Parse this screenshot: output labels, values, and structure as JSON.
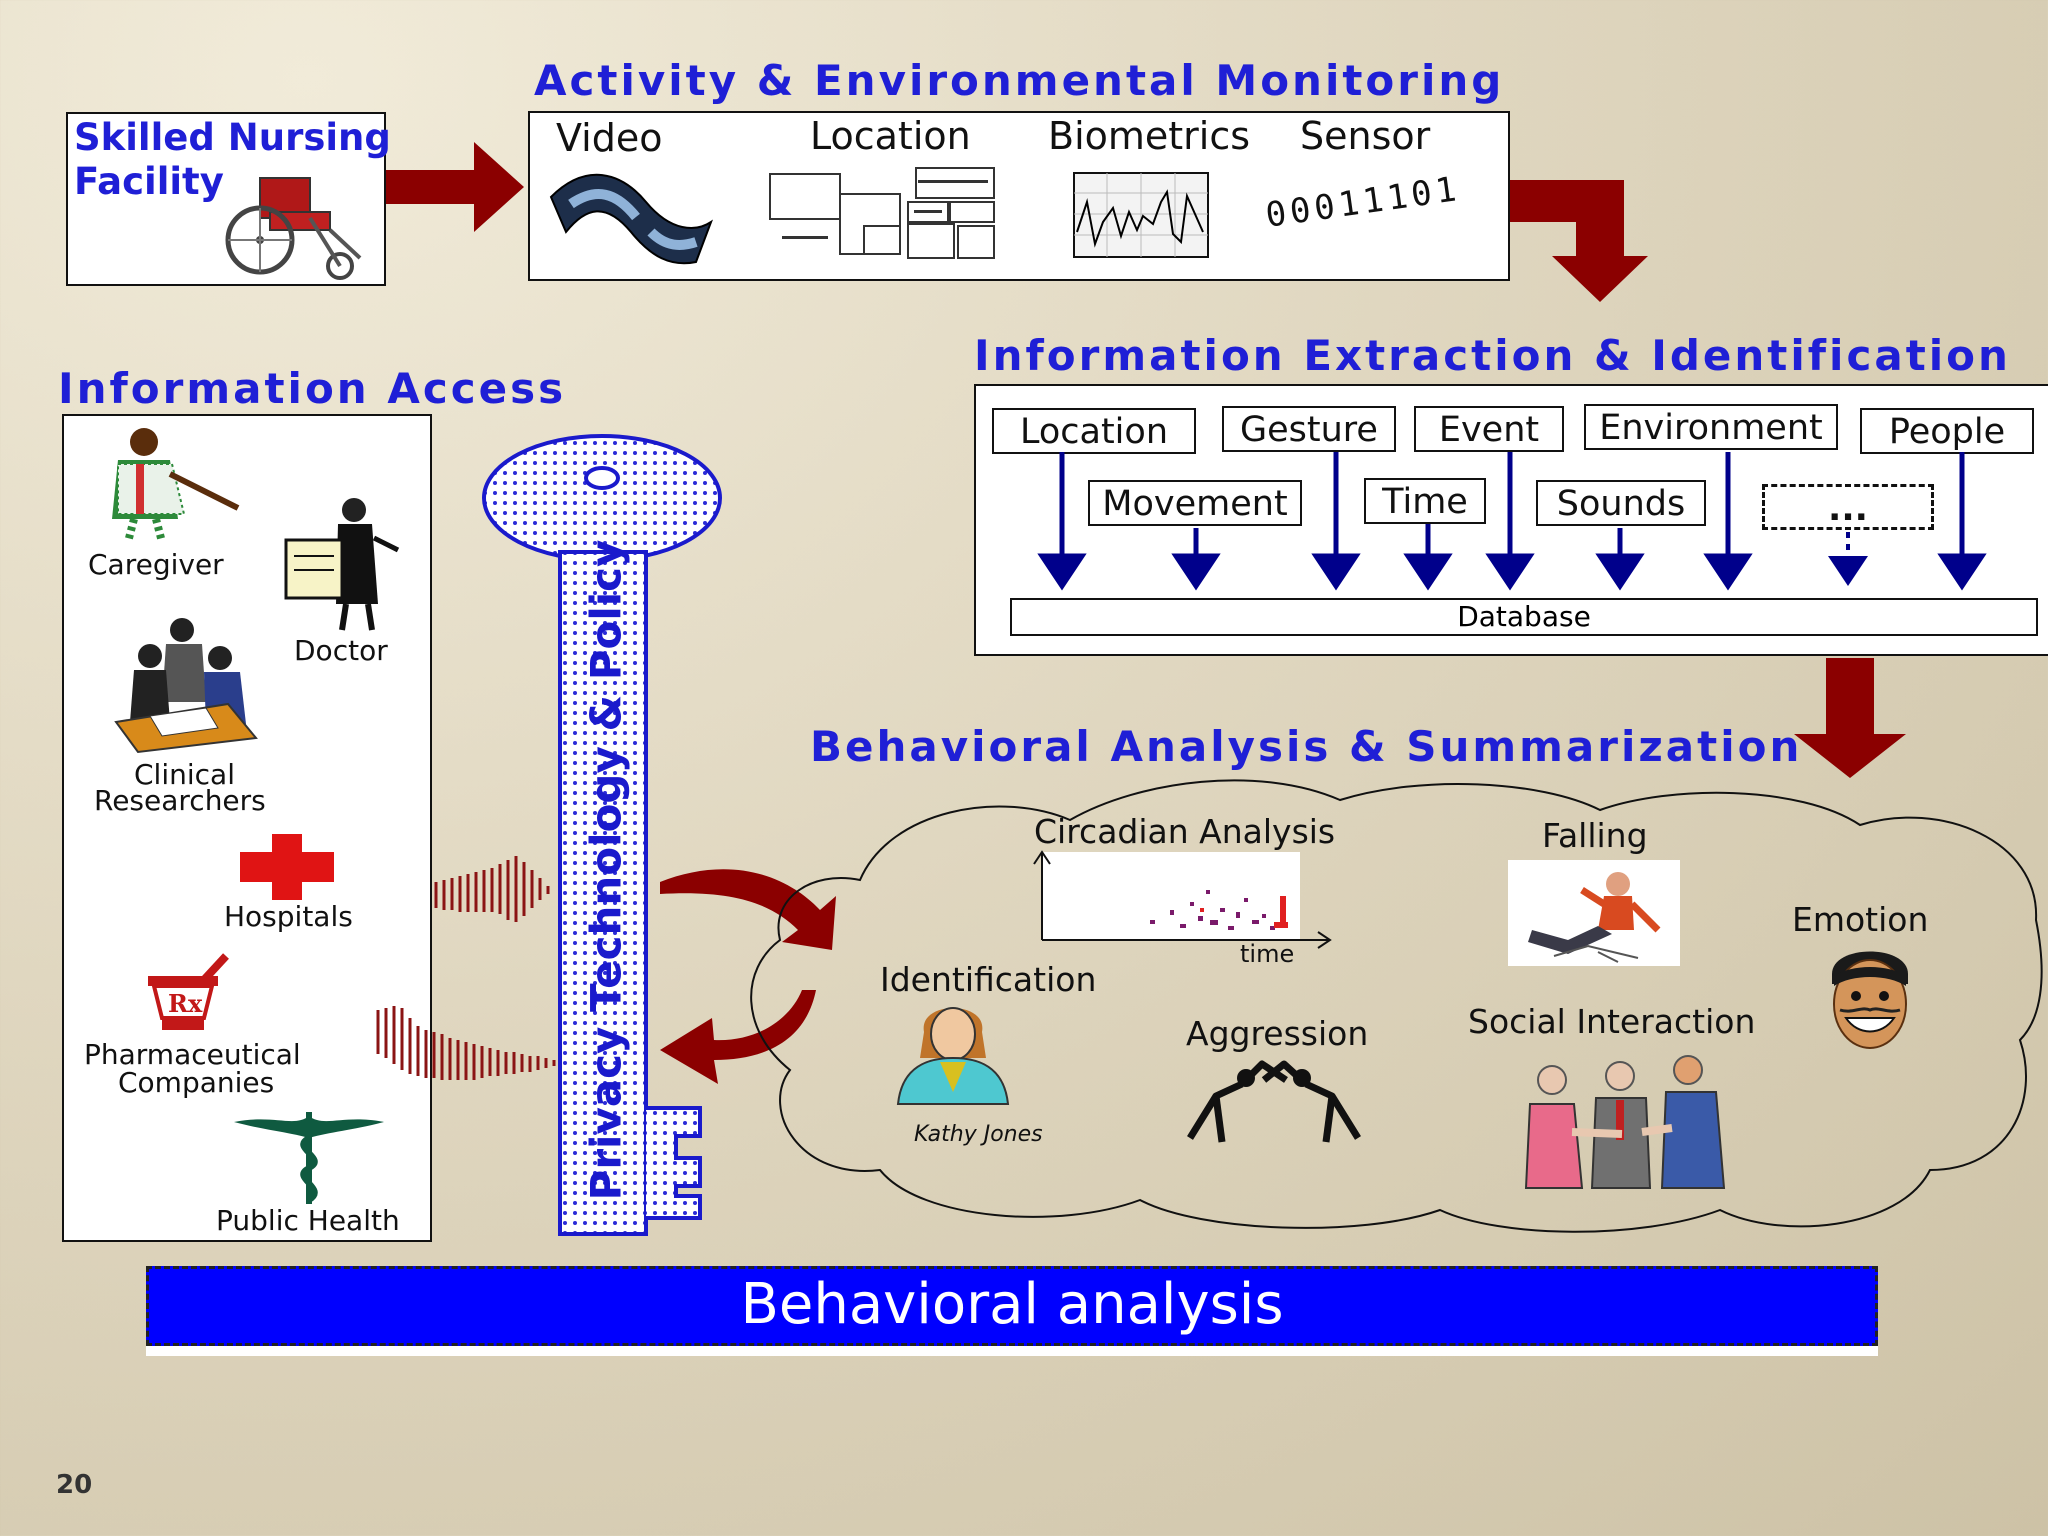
{
  "monitoring": {
    "title": "Activity & Environmental Monitoring",
    "items": [
      "Video",
      "Location",
      "Biometrics",
      "Sensor"
    ],
    "sensor_bits": "00011101"
  },
  "facility": {
    "label_line1": "Skilled Nursing",
    "label_line2": "Facility"
  },
  "extraction": {
    "title": "Information Extraction & Identification",
    "row1": [
      "Location",
      "Gesture",
      "Event",
      "Environment",
      "People"
    ],
    "row2": [
      "Movement",
      "Time",
      "Sounds",
      "..."
    ],
    "database": "Database"
  },
  "access": {
    "title": "Information Access",
    "items": [
      "Caregiver",
      "Doctor",
      "Clinical",
      "Researchers",
      "Hospitals",
      "Pharmaceutical",
      "Companies",
      "Public Health"
    ]
  },
  "key": {
    "label": "Privacy Technology & Policy"
  },
  "behavioral": {
    "title": "Behavioral Analysis & Summarization",
    "circadian": "Circadian Analysis",
    "time_axis": "time",
    "falling": "Falling",
    "emotion": "Emotion",
    "identification": "Identification",
    "person_name": "Kathy Jones",
    "aggression": "Aggression",
    "social": "Social Interaction"
  },
  "banner": "Behavioral analysis",
  "slide_number": "20",
  "colors": {
    "title_blue": "#1f1fd6",
    "arrow_red": "#8b0000",
    "banner_blue": "#0000ff",
    "key_blue": "#1a1acc"
  }
}
